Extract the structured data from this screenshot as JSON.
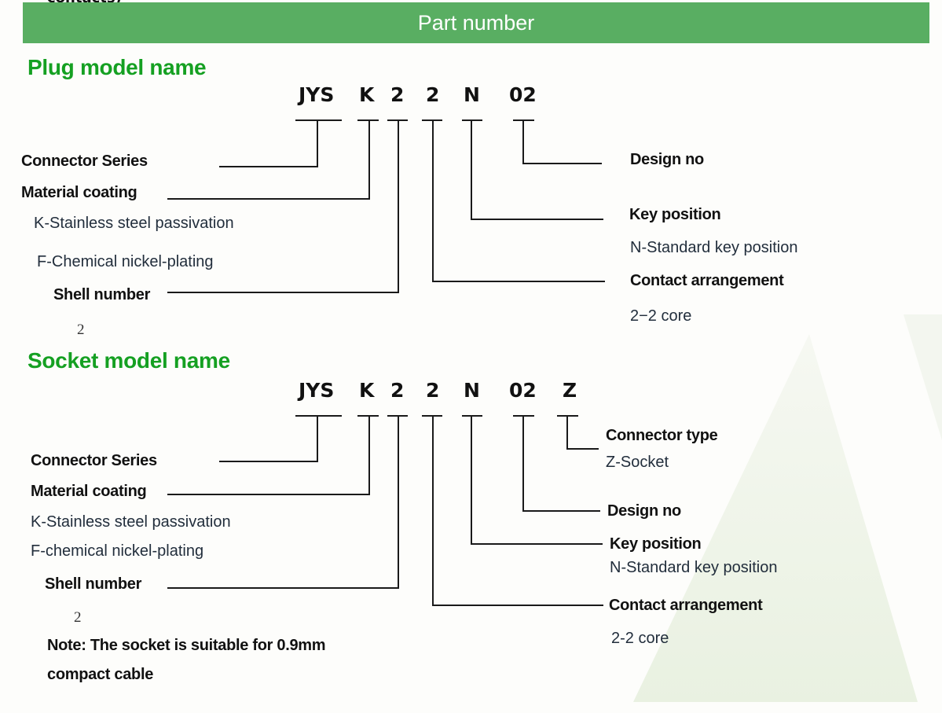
{
  "clipped_top_text": "contacts)",
  "banner": {
    "title": "Part number"
  },
  "plug": {
    "title": "Plug model name",
    "codes": [
      "JYS",
      "K",
      "2",
      "2",
      "N",
      "02"
    ],
    "left_labels": {
      "connector_series": "Connector Series",
      "material_coating": "Material coating",
      "material_option_k": "K-Stainless steel passivation",
      "material_option_f": "F-Chemical nickel-plating",
      "shell_number": "Shell number",
      "shell_value": "2"
    },
    "right_labels": {
      "design_no": "Design no",
      "key_position": "Key position",
      "key_option": "N-Standard key position",
      "contact_arrangement": "Contact arrangement",
      "contact_value": "2−2 core"
    }
  },
  "socket": {
    "title": "Socket model name",
    "codes": [
      "JYS",
      "K",
      "2",
      "2",
      "N",
      "02",
      "Z"
    ],
    "left_labels": {
      "connector_series": "Connector Series",
      "material_coating": "Material coating",
      "material_option_k": "K-Stainless steel passivation",
      "material_option_f": "F-chemical nickel-plating",
      "shell_number": "Shell number",
      "shell_value": "2"
    },
    "right_labels": {
      "connector_type": "Connector type",
      "connector_type_option": "Z-Socket",
      "design_no": "Design no",
      "key_position": "Key position",
      "key_option": "N-Standard key position",
      "contact_arrangement": "Contact arrangement",
      "contact_value": "2-2 core"
    },
    "note_line1": "Note: The socket is suitable for 0.9mm",
    "note_line2": "compact cable"
  },
  "colors": {
    "banner": "#59ae62",
    "section_title": "#15a022"
  }
}
